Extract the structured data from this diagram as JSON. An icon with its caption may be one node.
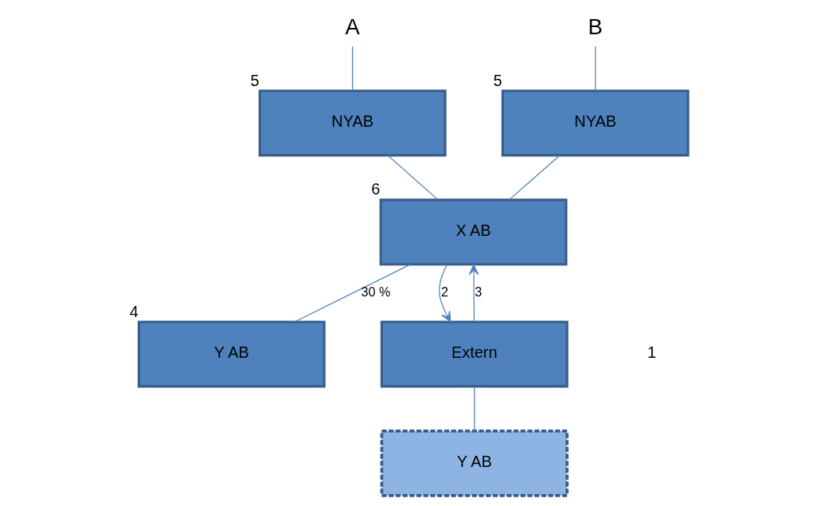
{
  "diagram": {
    "nodes": [
      {
        "text": [
          "A"
        ]
      },
      {
        "text": [
          "B"
        ]
      },
      {
        "text": [
          "NYAB"
        ],
        "beside": [
          "5"
        ]
      },
      {
        "text": [
          "NYAB"
        ],
        "beside": [
          "5"
        ]
      },
      {
        "text": [
          "X AB"
        ],
        "beside": [
          "6"
        ]
      },
      {
        "text": [
          "Y AB"
        ],
        "beside": [
          "4"
        ]
      },
      {
        "text": [
          "Extern"
        ]
      },
      {
        "text": [
          "Y AB"
        ]
      }
    ],
    "edges": [
      {
        "from": 0,
        "to": 2,
        "arrow": "none"
      },
      {
        "from": 1,
        "to": 3,
        "arrow": "none"
      },
      {
        "from": 2,
        "to": 4,
        "arrow": "none"
      },
      {
        "from": 3,
        "to": 4,
        "arrow": "none"
      },
      {
        "from": 4,
        "to": 5,
        "arrow": "none",
        "label": "30 %"
      },
      {
        "from": 4,
        "to": 6,
        "arrow": "to",
        "label": "2"
      },
      {
        "from": 6,
        "to": 4,
        "arrow": "to",
        "label": "3"
      },
      {
        "from": 6,
        "to": 7,
        "arrow": "none"
      }
    ],
    "labels": [
      "1"
    ]
  }
}
